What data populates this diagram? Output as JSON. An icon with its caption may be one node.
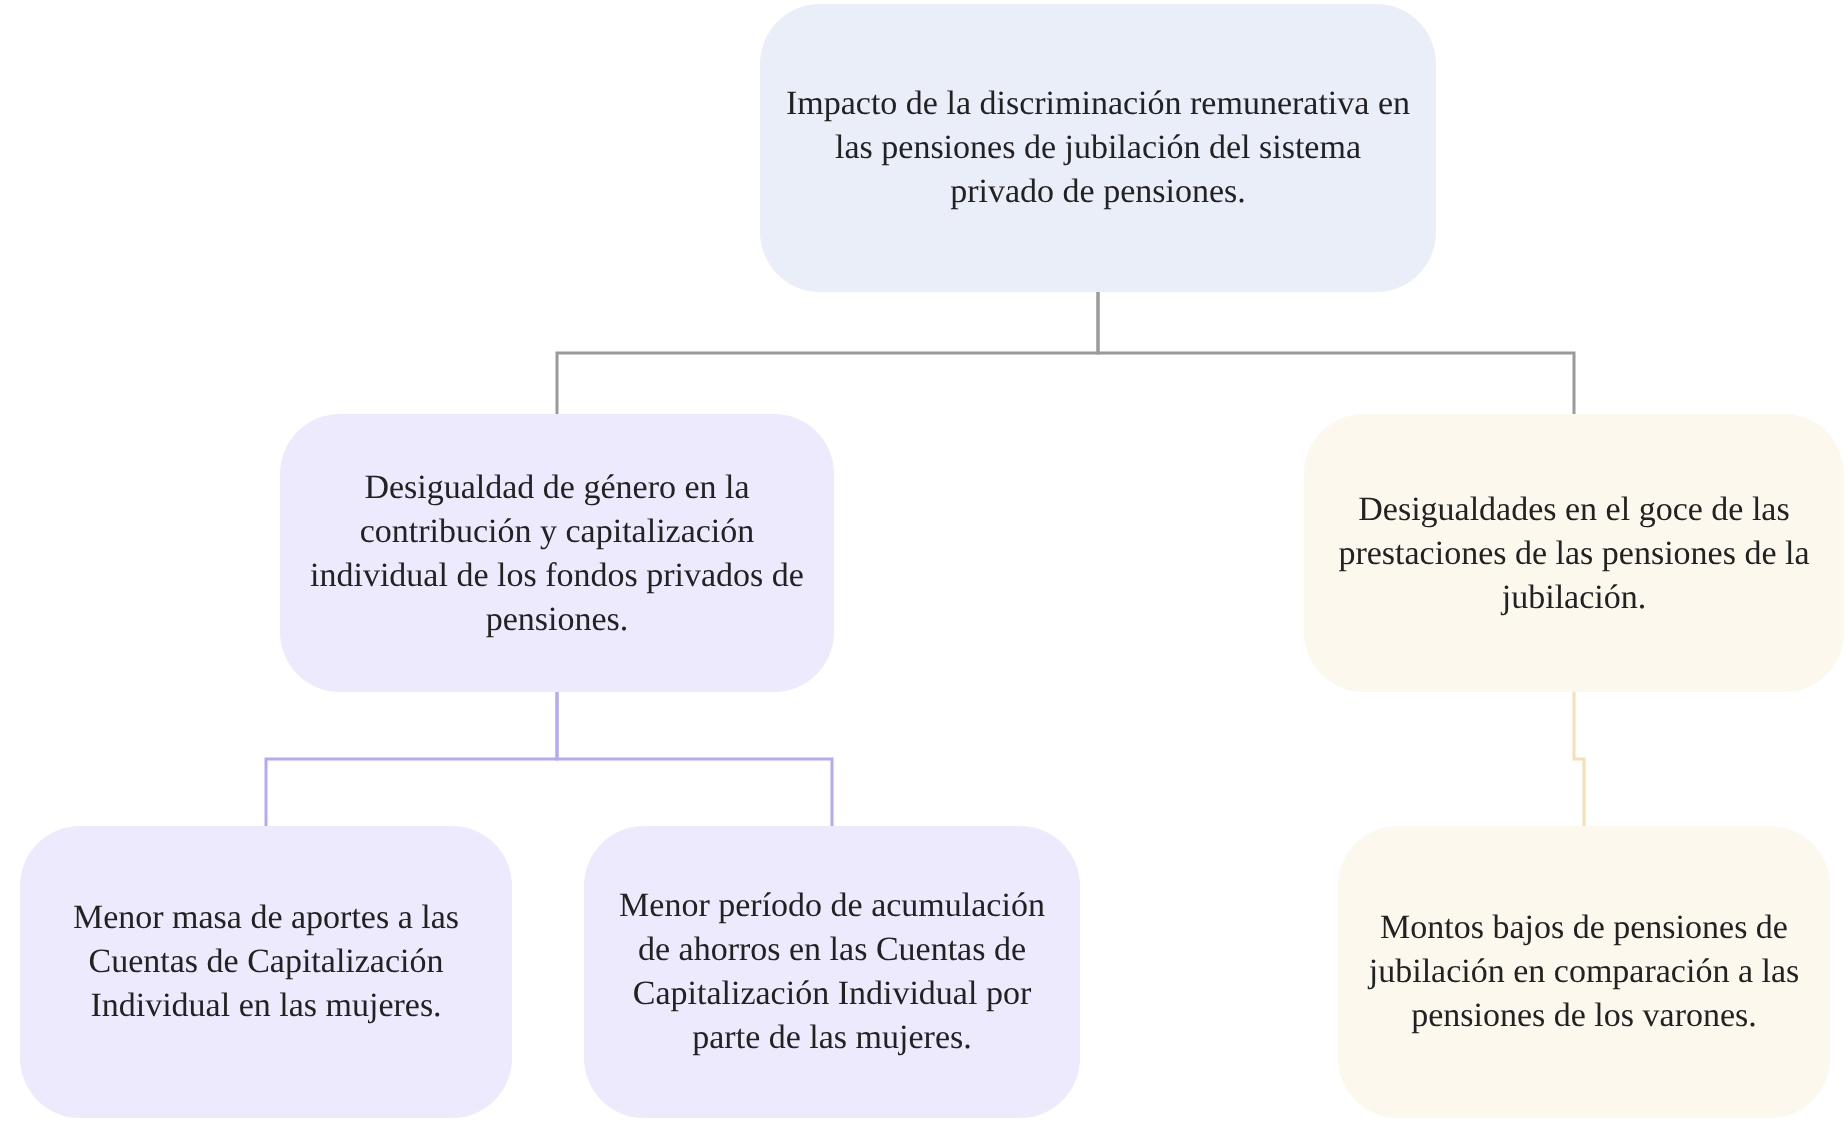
{
  "diagram": {
    "nodes": [
      {
        "text": [
          "Impacto de la discriminación remunerativa en las pensiones de jubilación del sistema privado de pensiones."
        ]
      },
      {
        "text": [
          "Desigualdad de género en la contribución y capitalización individual de los fondos privados de pensiones."
        ]
      },
      {
        "text": [
          "Desigualdades en el goce de las prestaciones de las pensiones de la jubilación."
        ]
      },
      {
        "text": [
          "Menor masa de aportes a las Cuentas de Capitalización Individual en las mujeres."
        ]
      },
      {
        "text": [
          "Menor período de acumulación de ahorros en las Cuentas de Capitalización Individual por parte de las mujeres."
        ]
      },
      {
        "text": [
          "Montos bajos de pensiones de jubilación en comparación a las pensiones de los varones."
        ]
      }
    ],
    "edges": [
      {
        "from": 0,
        "to": 1,
        "arrow": "none"
      },
      {
        "from": 0,
        "to": 2,
        "arrow": "none"
      },
      {
        "from": 1,
        "to": 3,
        "arrow": "none",
        "color": "#b3a9f6"
      },
      {
        "from": 1,
        "to": 4,
        "arrow": "none",
        "color": "#b3a9f6"
      },
      {
        "from": 2,
        "to": 5,
        "arrow": "none",
        "color": "#f6dfb5"
      }
    ]
  }
}
